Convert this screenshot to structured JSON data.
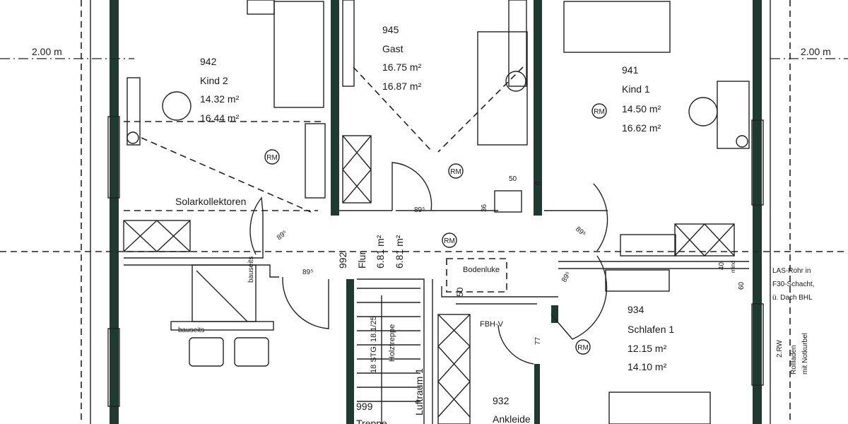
{
  "plan": {
    "dimension_left": "2.00 m",
    "dimension_right": "2.00 m",
    "rooms": [
      {
        "number": "942",
        "name": "Kind 2",
        "area1": "14.32 m²",
        "area2": "16.44 m²"
      },
      {
        "number": "945",
        "name": "Gast",
        "area1": "16.75 m²",
        "area2": "16.87 m²"
      },
      {
        "number": "941",
        "name": "Kind 1",
        "area1": "14.50 m²",
        "area2": "16.62 m²"
      },
      {
        "number": "992",
        "name": "Flur",
        "area1": "6.81 m²",
        "area2": "6.81 m²"
      },
      {
        "number": "934",
        "name": "Schlafen 1",
        "area1": "12.15 m²",
        "area2": "14.10 m²"
      },
      {
        "number": "932",
        "name": "Ankleide"
      },
      {
        "number": "999",
        "name": "Treppe"
      }
    ],
    "rm_label": "RM",
    "solar": "Solarkollektoren",
    "door_width": "89⁵",
    "bodenluke": "Bodenluke",
    "fbh": "FBH-V",
    "dims": {
      "d50": "50",
      "d77": "77",
      "d40": "40",
      "mind": "mind",
      "d60": "60",
      "d36": "36",
      "d50b": "50",
      "d8": "8"
    },
    "bauseits": "bauseits",
    "stairs": "18 STG. 18.1/25",
    "stairs_type": "Holztreppe",
    "luftraum": "Luftraum 1",
    "las": [
      "LAS-Rohr in",
      "F30-Schacht,",
      "ü. Dach BHL"
    ],
    "rw": "2.RW",
    "rollladen": [
      "Rollladen",
      "mit Notkurbel"
    ],
    "colors": {
      "wall": "#1f3a30",
      "line": "#222222"
    }
  }
}
